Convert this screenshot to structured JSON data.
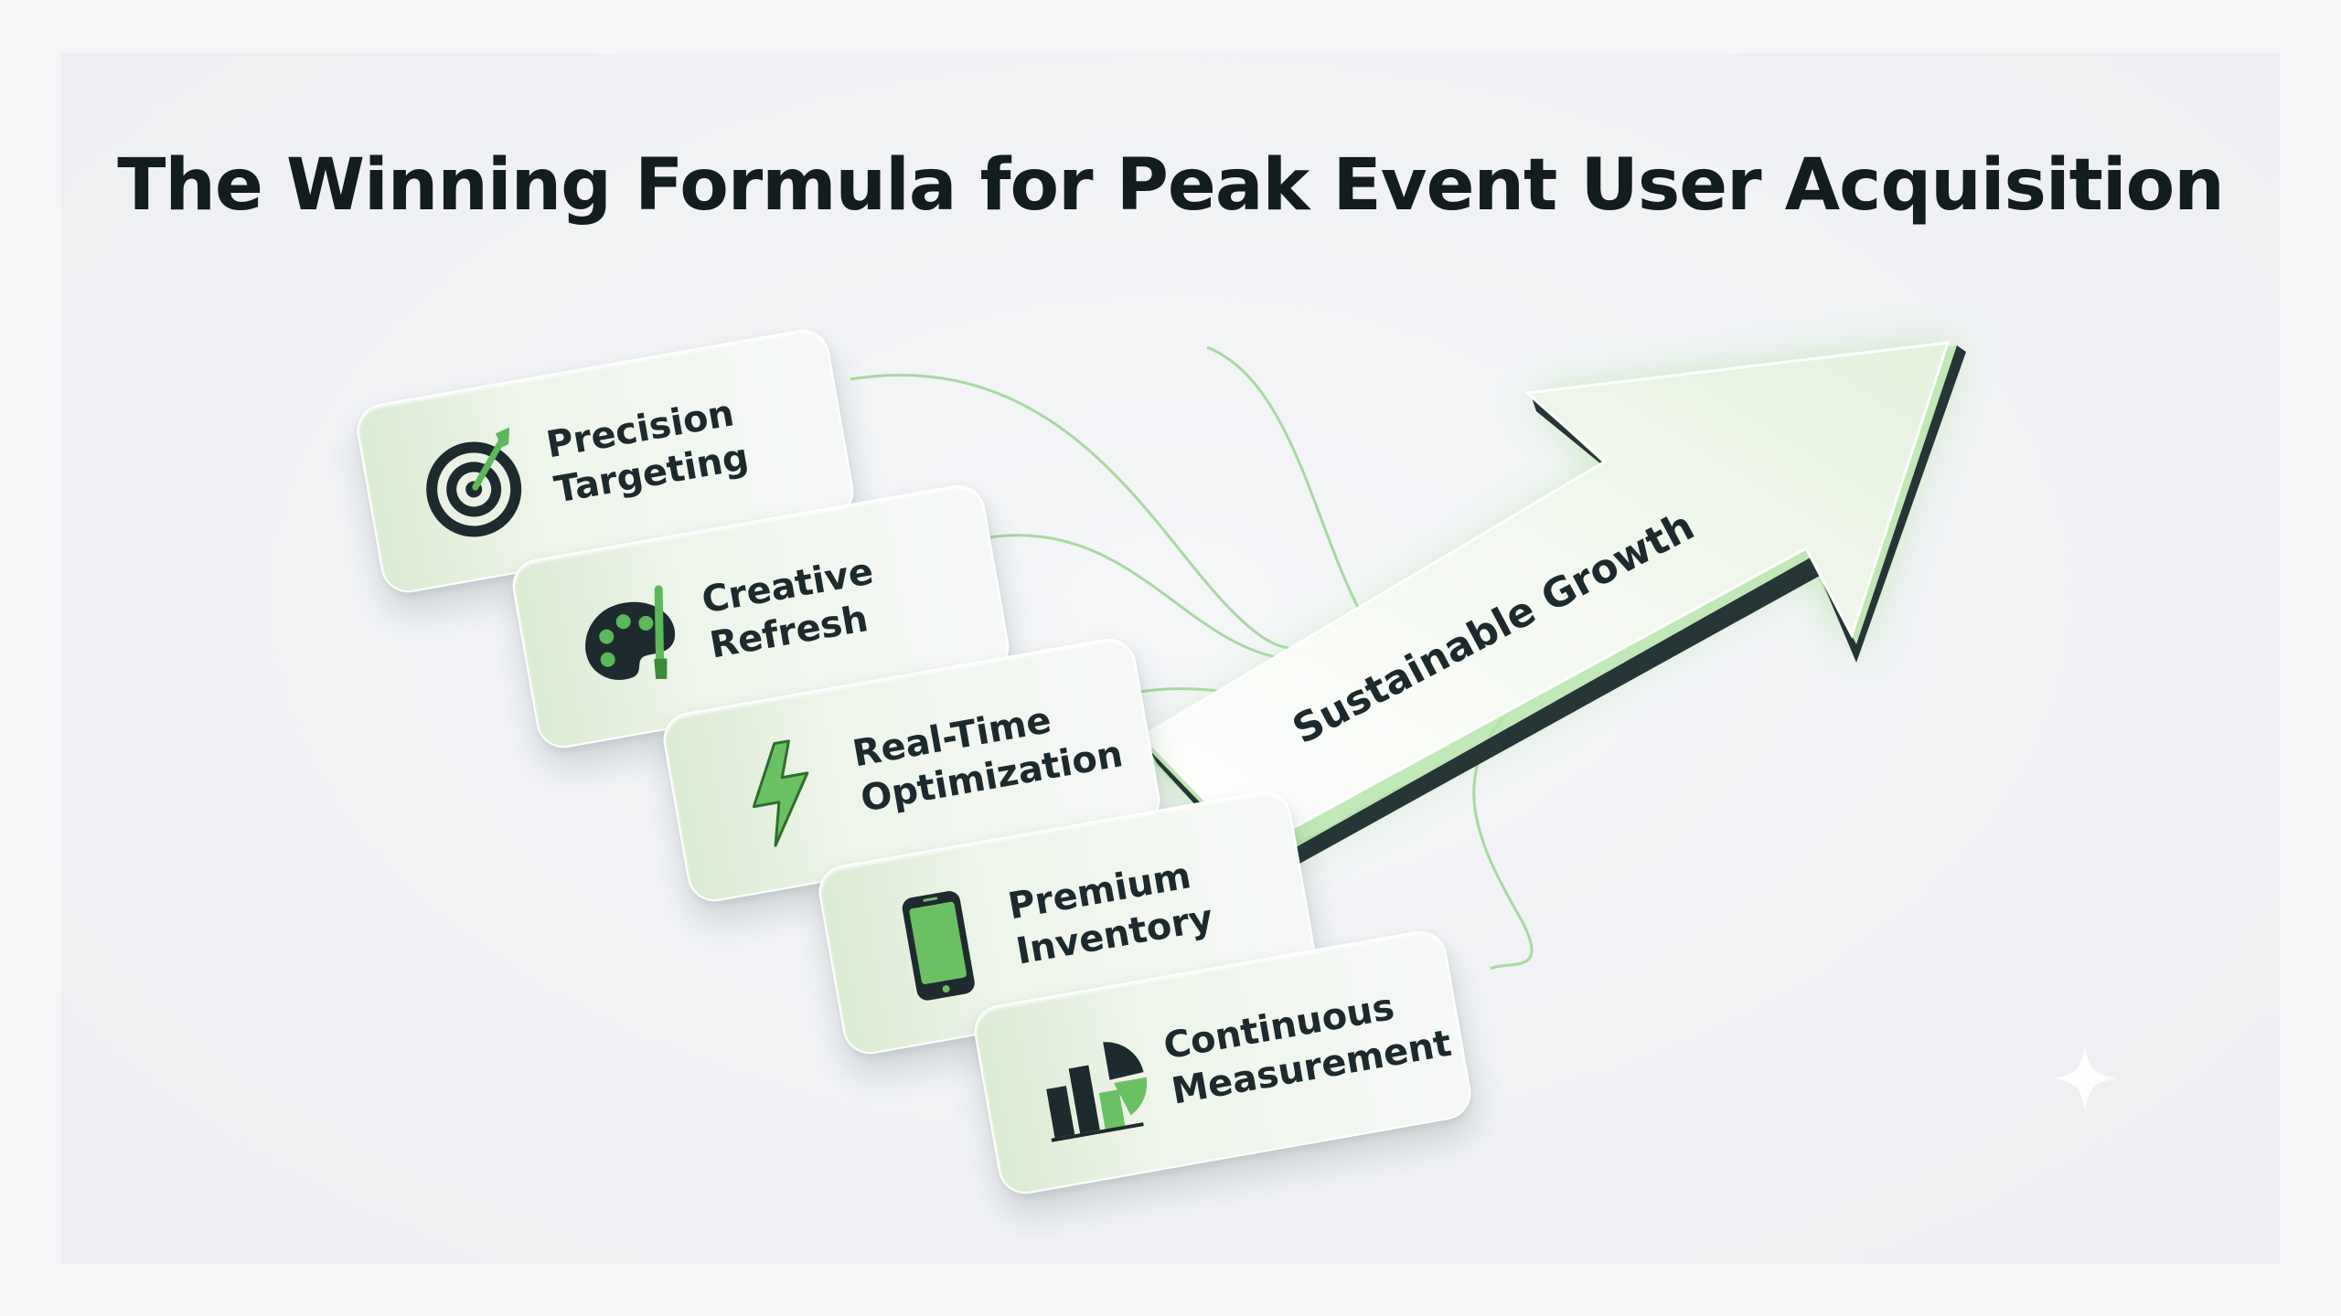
{
  "title": "The Winning Formula for Peak Event User Acquisition",
  "arrow": {
    "label": "Sustainable Growth"
  },
  "cards": [
    {
      "line1": "Precision",
      "line2": "Targeting",
      "icon": "target-icon"
    },
    {
      "line1": "Creative",
      "line2": "Refresh",
      "icon": "palette-icon"
    },
    {
      "line1": "Real-Time",
      "line2": "Optimization",
      "icon": "lightning-icon"
    },
    {
      "line1": "Premium",
      "line2": "Inventory",
      "icon": "smartphone-icon"
    },
    {
      "line1": "Continuous",
      "line2": "Measurement",
      "icon": "chart-icon"
    }
  ],
  "colors": {
    "accent": "#5cb85a",
    "dark": "#1c2a2d",
    "card_tint": "#dbebd3"
  }
}
